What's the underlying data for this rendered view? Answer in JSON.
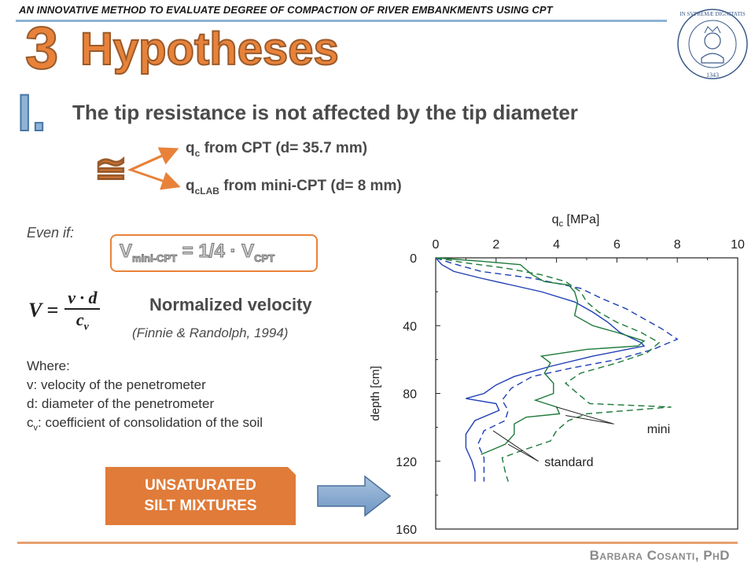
{
  "header": {
    "title": "AN INNOVATIVE METHOD TO EVALUATE DEGREE OF COMPACTION OF RIVER  EMBANKMENTS USING CPT"
  },
  "section": {
    "number": "3",
    "title": "Hypotheses",
    "roman": "I."
  },
  "hypothesis": "The tip resistance is not affected by the tip diameter",
  "approx_symbol": "≅",
  "q_cpt": {
    "main": "q",
    "sub": "c",
    "rest": " from CPT (d= 35.7 mm)"
  },
  "q_mini": {
    "main": "q",
    "sub": "cLAB",
    "rest": " from mini-CPT (d= 8 mm)"
  },
  "even_if": "Even if:",
  "velocity_relation": {
    "a": "V",
    "a_sub": "mini-CPT",
    "b": " = 1/4 · V",
    "b_sub": "CPT"
  },
  "formula": {
    "lhs": "V =",
    "num": "v · d",
    "den": "c",
    "den_sub": "v"
  },
  "normalized_label": "Normalized velocity",
  "reference": "(Finnie & Randolph, 1994)",
  "where": {
    "heading": "Where:",
    "v": "v: velocity of the penetrometer",
    "d": "d: diameter of the penetrometer",
    "c_main": "c",
    "c_sub": "v",
    "c_rest": ": coefficient of consolidation of the soil"
  },
  "unsaturated_box": {
    "line1": "UNSATURATED",
    "line2": "SILT MIXTURES"
  },
  "author": "Barbara Cosanti, PhD",
  "colors": {
    "accent_orange": "#e8823a",
    "accent_blue": "#8fb3d4",
    "line_blue": "#1f3fb5",
    "line_green": "#1e7a3a"
  },
  "chart_data": {
    "type": "line",
    "title": "",
    "xlabel_main": "q",
    "xlabel_sub": "c",
    "xlabel_unit": " [MPa]",
    "ylabel": "depth [cm]",
    "xlim": [
      0,
      10
    ],
    "ylim": [
      0,
      160
    ],
    "y_inverted": true,
    "x_ticks": [
      "0",
      "2",
      "4",
      "6",
      "8",
      "10"
    ],
    "y_ticks": [
      "0",
      "40",
      "80",
      "120",
      "160"
    ],
    "annotations": [
      "mini",
      "standard"
    ],
    "series": [
      {
        "style": "solid",
        "color": "#1f3fb5",
        "points": [
          [
            0,
            0
          ],
          [
            0.2,
            4
          ],
          [
            0.6,
            8
          ],
          [
            1.5,
            12
          ],
          [
            2.5,
            16
          ],
          [
            3.5,
            20
          ],
          [
            4.6,
            26
          ],
          [
            5.2,
            32
          ],
          [
            5.7,
            38
          ],
          [
            6.1,
            44
          ],
          [
            6.8,
            50
          ],
          [
            6.9,
            52
          ],
          [
            5.2,
            58
          ],
          [
            3.8,
            64
          ],
          [
            2.6,
            70
          ],
          [
            2.0,
            75
          ],
          [
            1.6,
            80
          ],
          [
            1.0,
            83
          ],
          [
            2.0,
            86
          ],
          [
            2.1,
            90
          ],
          [
            1.3,
            96
          ],
          [
            1.0,
            104
          ],
          [
            1.0,
            112
          ],
          [
            1.2,
            120
          ],
          [
            1.3,
            126
          ],
          [
            1.3,
            132
          ]
        ]
      },
      {
        "style": "dashed",
        "color": "#1f3fb5",
        "points": [
          [
            0,
            0
          ],
          [
            0.5,
            3
          ],
          [
            1.5,
            8
          ],
          [
            3.2,
            12
          ],
          [
            4.8,
            18
          ],
          [
            5.5,
            24
          ],
          [
            6.3,
            30
          ],
          [
            6.9,
            36
          ],
          [
            7.5,
            42
          ],
          [
            8.0,
            48
          ],
          [
            7.2,
            54
          ],
          [
            6.0,
            60
          ],
          [
            4.5,
            65
          ],
          [
            3.2,
            70
          ],
          [
            2.5,
            77
          ],
          [
            2.2,
            84
          ],
          [
            2.4,
            90
          ],
          [
            2.3,
            96
          ],
          [
            1.6,
            102
          ],
          [
            1.4,
            110
          ],
          [
            1.6,
            118
          ],
          [
            1.6,
            126
          ],
          [
            1.6,
            132
          ]
        ]
      },
      {
        "style": "solid",
        "color": "#1e7a3a",
        "points": [
          [
            0,
            0
          ],
          [
            1.5,
            2
          ],
          [
            2.8,
            4
          ],
          [
            3.2,
            10
          ],
          [
            3.6,
            14
          ],
          [
            4.4,
            16
          ],
          [
            4.6,
            20
          ],
          [
            4.7,
            26
          ],
          [
            4.6,
            34
          ],
          [
            5.2,
            40
          ],
          [
            6.0,
            44
          ],
          [
            6.9,
            49
          ],
          [
            6.7,
            52
          ],
          [
            5.0,
            54
          ],
          [
            3.5,
            58
          ],
          [
            3.8,
            62
          ],
          [
            3.6,
            68
          ],
          [
            3.9,
            74
          ],
          [
            3.9,
            80
          ],
          [
            3.3,
            84
          ],
          [
            4.0,
            88
          ],
          [
            4.1,
            92
          ],
          [
            3.0,
            94
          ],
          [
            2.6,
            98
          ],
          [
            2.6,
            104
          ],
          [
            2.3,
            110
          ],
          [
            1.5,
            116
          ]
        ]
      },
      {
        "style": "dashed",
        "color": "#1e7a3a",
        "points": [
          [
            0,
            0
          ],
          [
            1.0,
            3
          ],
          [
            2.3,
            6
          ],
          [
            3.5,
            10
          ],
          [
            4.3,
            14
          ],
          [
            4.8,
            20
          ],
          [
            5.0,
            26
          ],
          [
            5.4,
            32
          ],
          [
            6.0,
            38
          ],
          [
            6.8,
            44
          ],
          [
            7.4,
            50
          ],
          [
            7.0,
            56
          ],
          [
            6.0,
            62
          ],
          [
            4.8,
            68
          ],
          [
            4.3,
            74
          ],
          [
            4.7,
            80
          ],
          [
            5.1,
            86
          ],
          [
            7.8,
            88
          ],
          [
            5.0,
            92
          ],
          [
            4.4,
            96
          ],
          [
            4.0,
            102
          ],
          [
            3.8,
            108
          ],
          [
            2.8,
            114
          ],
          [
            2.2,
            118
          ],
          [
            2.3,
            126
          ],
          [
            2.4,
            132
          ]
        ]
      }
    ]
  }
}
